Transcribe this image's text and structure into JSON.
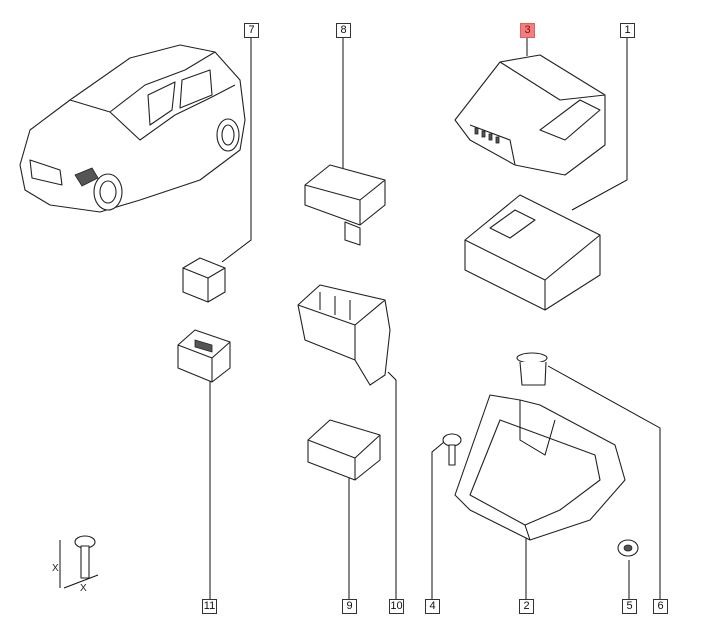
{
  "labels": {
    "p7": "7",
    "p8": "8",
    "p3": "3",
    "p1": "1",
    "p11": "11",
    "p9": "9",
    "p10": "10",
    "p4": "4",
    "p2": "2",
    "p5": "5",
    "p6": "6"
  },
  "highlighted_part": "3",
  "dimension": {
    "x1": "X",
    "x2": "X"
  },
  "colors": {
    "highlight": "#f08080",
    "highlight_text": "#990000"
  }
}
